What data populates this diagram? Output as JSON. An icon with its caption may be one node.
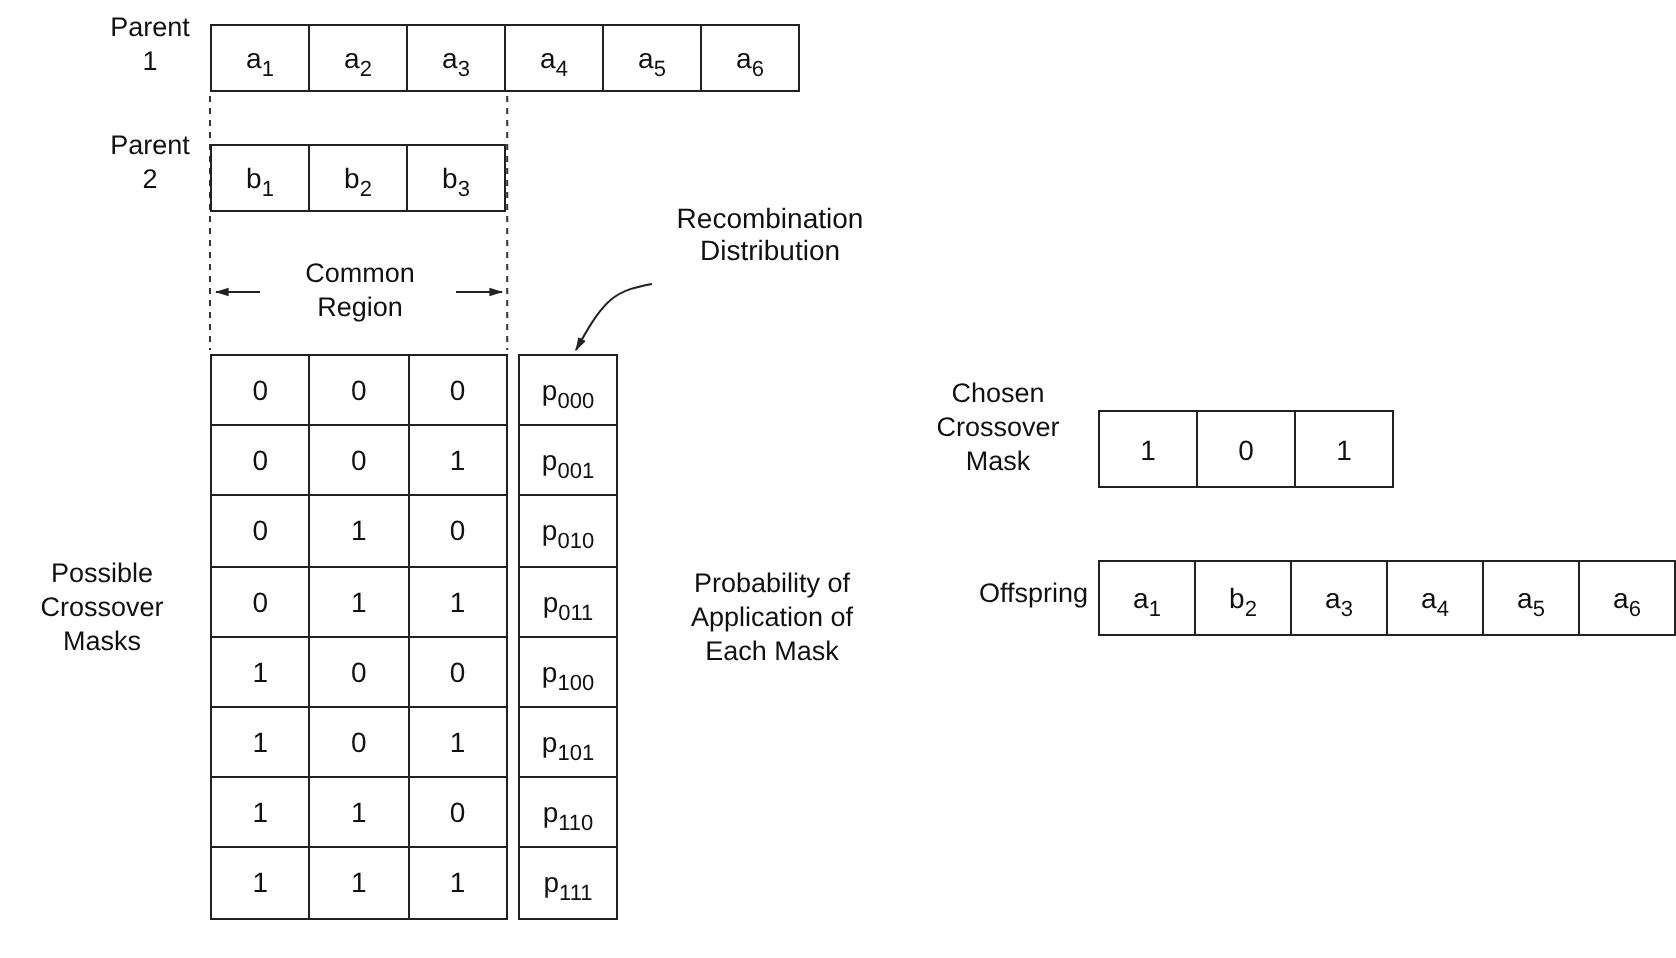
{
  "diagram": {
    "nodes": [
      {
        "text": [
          "a$_{1}$"
        ]
      },
      {
        "text": [
          "a$_{2}$"
        ]
      },
      {
        "text": [
          "a$_{3}$"
        ]
      },
      {
        "text": [
          "a$_{4}$"
        ]
      },
      {
        "text": [
          "a$_{5}$"
        ]
      },
      {
        "text": [
          "a$_{6}$"
        ]
      },
      {
        "text": [
          "b$_{1}$"
        ]
      },
      {
        "text": [
          "b$_{2}$"
        ]
      },
      {
        "text": [
          "b$_{3}$"
        ]
      },
      {
        "text": [
          "Recombination Distribution"
        ]
      },
      {
        "text": [
          "0"
        ]
      },
      {
        "text": [
          "0"
        ]
      },
      {
        "text": [
          "0"
        ]
      },
      {
        "text": [
          "p$_{000}$"
        ]
      },
      {
        "text": [
          "0"
        ]
      },
      {
        "text": [
          "0"
        ]
      },
      {
        "text": [
          "1"
        ]
      },
      {
        "text": [
          "p$_{001}$"
        ]
      },
      {
        "text": [
          "0"
        ]
      },
      {
        "text": [
          "1"
        ]
      },
      {
        "text": [
          "0"
        ]
      },
      {
        "text": [
          "p$_{010}$"
        ]
      },
      {
        "text": [
          "0"
        ]
      },
      {
        "text": [
          "1"
        ]
      },
      {
        "text": [
          "1"
        ]
      },
      {
        "text": [
          "p$_{011}$"
        ]
      },
      {
        "text": [
          "1"
        ]
      },
      {
        "text": [
          "0"
        ]
      },
      {
        "text": [
          "0"
        ]
      },
      {
        "text": [
          "p$_{100}$"
        ]
      },
      {
        "text": [
          "1"
        ]
      },
      {
        "text": [
          "0"
        ]
      },
      {
        "text": [
          "1"
        ]
      },
      {
        "text": [
          "p$_{101}$"
        ]
      },
      {
        "text": [
          "1"
        ]
      },
      {
        "text": [
          "1"
        ]
      },
      {
        "text": [
          "0"
        ]
      },
      {
        "text": [
          "p$_{110}$"
        ]
      },
      {
        "text": [
          "1"
        ]
      },
      {
        "text": [
          "1"
        ]
      },
      {
        "text": [
          "1"
        ]
      },
      {
        "text": [
          "p$_{111}$"
        ]
      },
      {
        "text": [
          "1"
        ]
      },
      {
        "text": [
          "0"
        ]
      },
      {
        "text": [
          "1"
        ]
      },
      {
        "text": [
          "a$_{1}$"
        ]
      },
      {
        "text": [
          "b$_{2}$"
        ]
      },
      {
        "text": [
          "a$_{3}$"
        ]
      },
      {
        "text": [
          "a$_{4}$"
        ]
      },
      {
        "text": [
          "a$_{5}$"
        ]
      },
      {
        "text": [
          "a$_{6}$"
        ]
      }
    ],
    "edges": [
      {
        "from": 9,
        "to": 13,
        "arrow": "to"
      }
    ],
    "labels": [
      "Parent 1",
      "Parent 2",
      "Common Region",
      "Chosen Crossover Mask",
      "Possible Crossover Masks",
      "Probability of Application of Each Mask",
      "Offspring"
    ]
  }
}
